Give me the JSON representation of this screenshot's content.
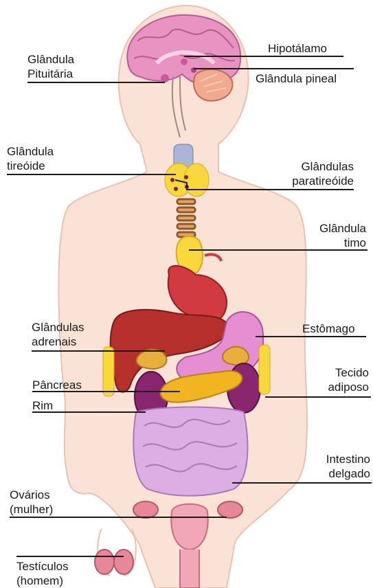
{
  "labels": {
    "pituitaria": [
      "Glândula",
      "Pituitária"
    ],
    "hipotalamo": [
      "Hipotálamo"
    ],
    "pineal": [
      "Glândula pineal"
    ],
    "tireoide": [
      "Glândula",
      "tireóide"
    ],
    "paratireoide": [
      "Glândulas",
      "paratireóide"
    ],
    "timo": [
      "Glândula",
      "timo"
    ],
    "adrenais": [
      "Glândulas",
      "adrenais"
    ],
    "estomago": [
      "Estômago"
    ],
    "pancreas": [
      "Pâncreas"
    ],
    "tecido": [
      "Tecido",
      "adiposo"
    ],
    "rim": [
      "Rim"
    ],
    "intestino": [
      "Intestino",
      "delgado"
    ],
    "ovarios": [
      "Ovários",
      "(mulher)"
    ],
    "testiculos": [
      "Testículos",
      "(homem)"
    ]
  },
  "colors": {
    "skin": "#fbe2d6",
    "skin_outline": "#e9c2b0",
    "brain": "#e893c1",
    "cerebellum": "#f2a98d",
    "liver": "#b5302c",
    "heart": "#d13a3f",
    "stomach": "#e58fd2",
    "kidney": "#8a2670",
    "pancreas": "#f0b51f",
    "gland": "#f8d83a",
    "intestine": "#dcaee4",
    "leader_line": "#1a1a1a"
  }
}
